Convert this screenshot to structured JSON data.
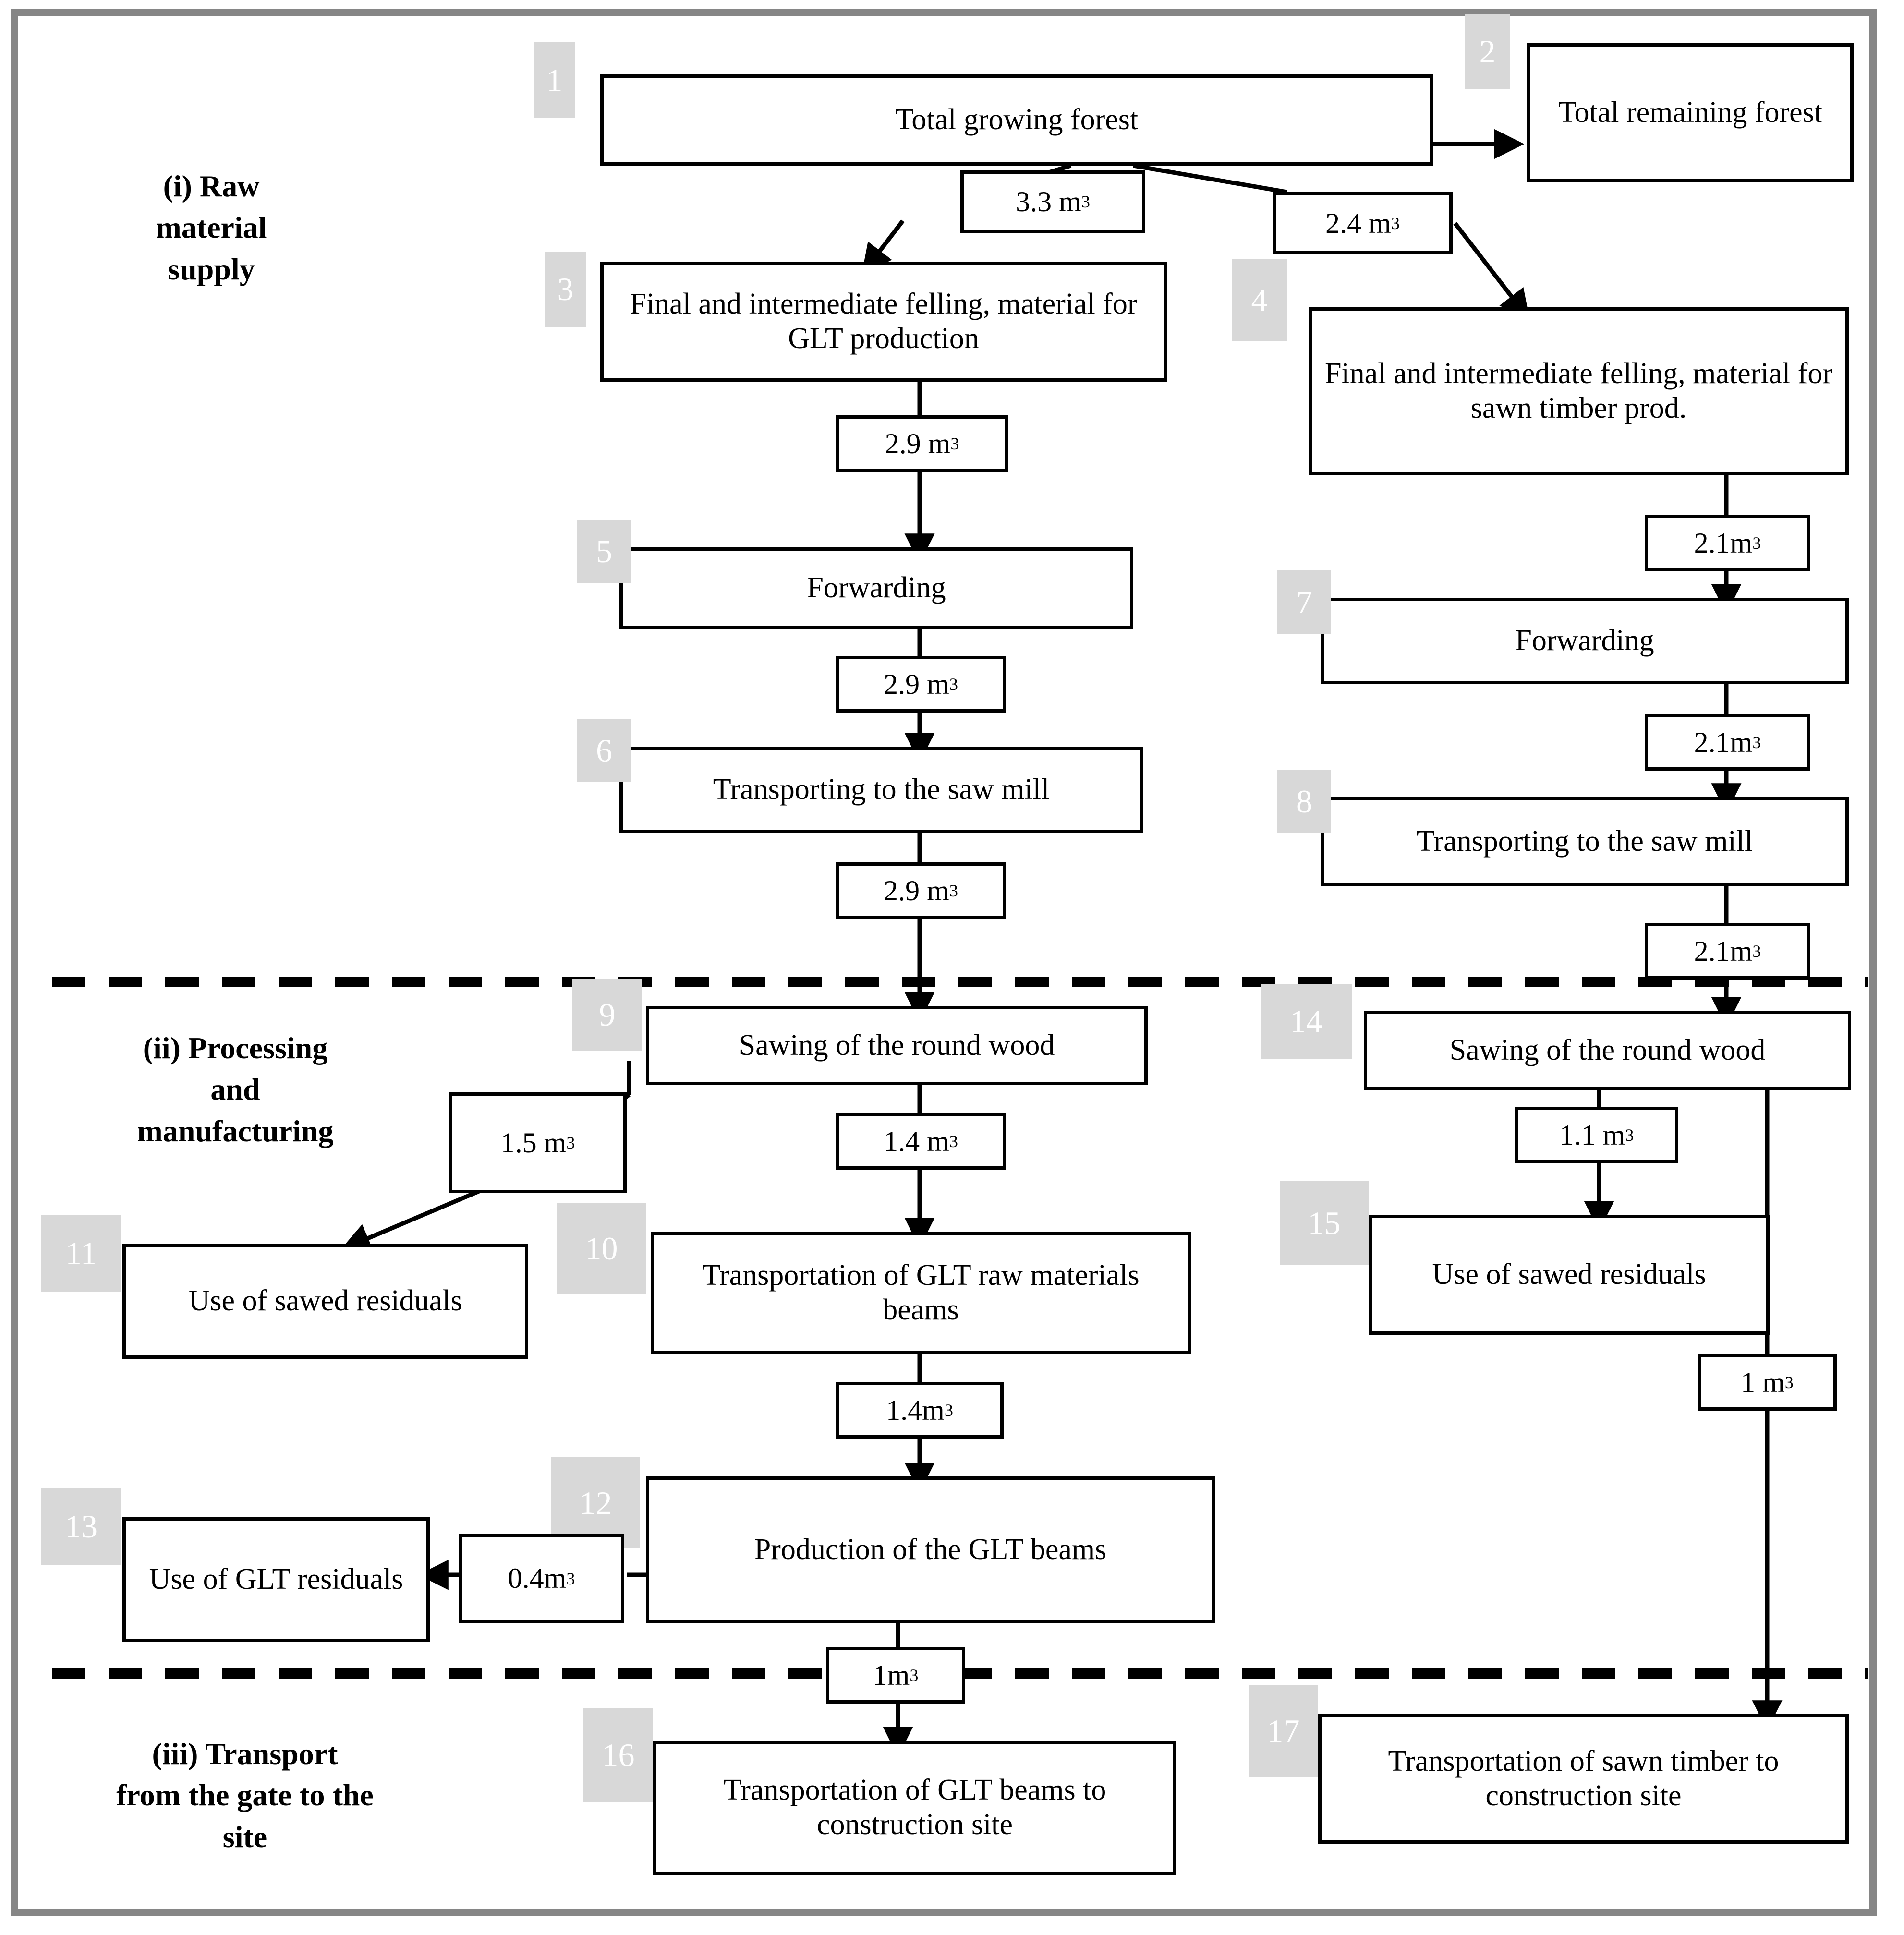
{
  "stages": [
    {
      "id": "stage-i",
      "label": "(i) Raw\nmaterial\nsupply"
    },
    {
      "id": "stage-ii",
      "label": "(ii) Processing\nand\nmanufacturing"
    },
    {
      "id": "stage-iii",
      "label": "(iii) Transport\nfrom the gate to the\nsite"
    }
  ],
  "nodes": [
    {
      "num": "1",
      "label": "Total growing forest"
    },
    {
      "num": "2",
      "label": "Total remaining forest"
    },
    {
      "num": "3",
      "label": "Final and intermediate felling, material for GLT production"
    },
    {
      "num": "4",
      "label": "Final and intermediate felling, material for sawn timber prod."
    },
    {
      "num": "5",
      "label": "Forwarding"
    },
    {
      "num": "6",
      "label": "Transporting to the saw mill"
    },
    {
      "num": "7",
      "label": "Forwarding"
    },
    {
      "num": "8",
      "label": "Transporting to the saw mill"
    },
    {
      "num": "9",
      "label": "Sawing of the round wood"
    },
    {
      "num": "10",
      "label": "Transportation of GLT raw materials beams"
    },
    {
      "num": "11",
      "label": "Use of sawed residuals"
    },
    {
      "num": "12",
      "label": "Production of the GLT beams"
    },
    {
      "num": "13",
      "label": "Use of GLT residuals"
    },
    {
      "num": "14",
      "label": "Sawing of the round wood"
    },
    {
      "num": "15",
      "label": "Use of sawed residuals"
    },
    {
      "num": "16",
      "label": "Transportation of GLT beams to construction site"
    },
    {
      "num": "17",
      "label": "Transportation of sawn timber to construction site"
    }
  ],
  "flows": [
    {
      "id": "f1-3",
      "value": "3.3",
      "unit": "m",
      "exp": "3",
      "from": "1",
      "to": "3"
    },
    {
      "id": "f1-4",
      "value": "2.4",
      "unit": "m",
      "exp": "3",
      "from": "1",
      "to": "4"
    },
    {
      "id": "f3-5",
      "value": "2.9",
      "unit": "m",
      "exp": "3",
      "from": "3",
      "to": "5"
    },
    {
      "id": "f5-6",
      "value": "2.9",
      "unit": "m",
      "exp": "3",
      "from": "5",
      "to": "6"
    },
    {
      "id": "f6-9",
      "value": "2.9",
      "unit": "m",
      "exp": "3",
      "from": "6",
      "to": "9"
    },
    {
      "id": "f4-7",
      "value": "2.1",
      "unit": "m",
      "exp": "3",
      "from": "4",
      "to": "7"
    },
    {
      "id": "f7-8",
      "value": "2.1",
      "unit": "m",
      "exp": "3",
      "from": "7",
      "to": "8"
    },
    {
      "id": "f8-14",
      "value": "2.1",
      "unit": "m",
      "exp": "3",
      "from": "8",
      "to": "14"
    },
    {
      "id": "f9-11",
      "value": "1.5",
      "unit": "m",
      "exp": "3",
      "from": "9",
      "to": "11"
    },
    {
      "id": "f9-10",
      "value": "1.4",
      "unit": "m",
      "exp": "3",
      "from": "9",
      "to": "10"
    },
    {
      "id": "f10-12",
      "value": "1.4",
      "unit": "m",
      "exp": "3",
      "from": "10",
      "to": "12"
    },
    {
      "id": "f12-13",
      "value": "0.4",
      "unit": "m",
      "exp": "3",
      "from": "12",
      "to": "13"
    },
    {
      "id": "f12-16",
      "value": "1",
      "unit": "m",
      "exp": "3",
      "from": "12",
      "to": "16"
    },
    {
      "id": "f14-15",
      "value": "1.1",
      "unit": "m",
      "exp": "3",
      "from": "14",
      "to": "15"
    },
    {
      "id": "f14-17",
      "value": "1",
      "unit": "m",
      "exp": "3",
      "from": "14",
      "to": "17"
    }
  ],
  "colors": {
    "badge_fill": "#d8d8d8",
    "badge_text": "#ffffff",
    "frame": "#868686",
    "line": "#000000",
    "background": "#ffffff"
  }
}
